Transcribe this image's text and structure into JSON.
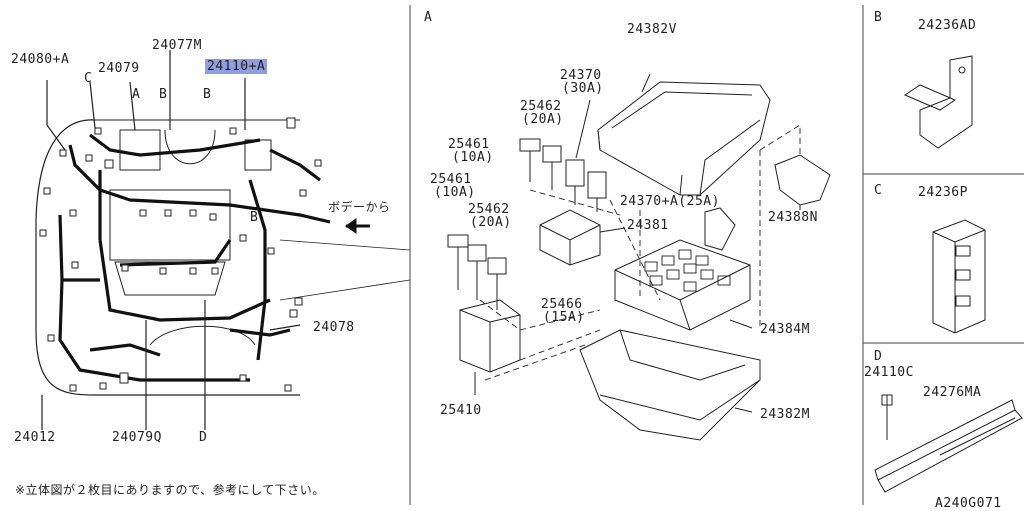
{
  "left": {
    "parts": {
      "p24080A": "24080+A",
      "p24079": "24079",
      "p24077M": "24077M",
      "p24110A": "24110+A",
      "p24078": "24078",
      "p24012": "24012",
      "p24079Q": "24079Q"
    },
    "refs": {
      "A": "A",
      "B": "B",
      "C": "C",
      "D": "D"
    },
    "body_from": "ボデーから",
    "note": "※立体図が２枚目にありますので、参考にして下さい。"
  },
  "center": {
    "section": "A",
    "parts": {
      "p24382V": "24382V",
      "p24370": "24370",
      "p24370_amp": "(30A)",
      "p25462a": "25462",
      "p25462a_amp": "(20A)",
      "p25461a": "25461",
      "p25461a_amp": "(10A)",
      "p25461b": "25461",
      "p25461b_amp": "(10A)",
      "p25462b": "25462",
      "p25462b_amp": "(20A)",
      "p24370A": "24370+A(25A)",
      "p24381": "24381",
      "p24388N": "24388N",
      "p25466": "25466",
      "p25466_amp": "(15A)",
      "p24384M": "24384M",
      "p24382M": "24382M",
      "p25410": "25410"
    }
  },
  "right": {
    "B": {
      "section": "B",
      "part": "24236AD"
    },
    "C": {
      "section": "C",
      "part": "24236P"
    },
    "D": {
      "section": "D",
      "part1": "24110C",
      "part2": "24276MA"
    },
    "code": "A240G071"
  },
  "colors": {
    "highlight": "#8f9ee0",
    "line": "#222222",
    "wire": "#111111"
  }
}
